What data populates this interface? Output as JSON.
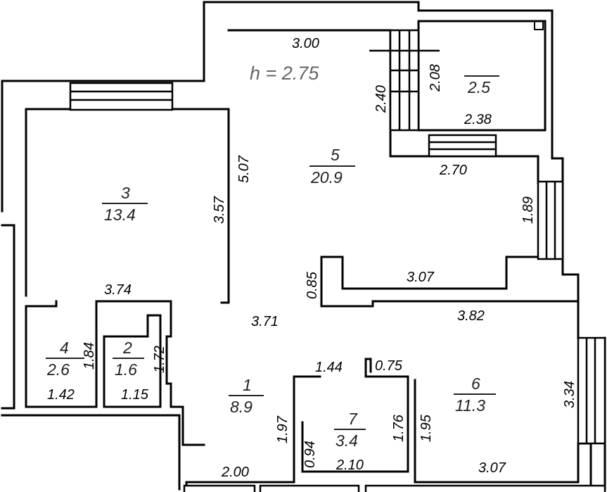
{
  "ceiling_height": "h = 2.75",
  "rooms": [
    {
      "number": "1",
      "area": "8.9"
    },
    {
      "number": "2",
      "area": "1.6"
    },
    {
      "number": "3",
      "area": "13.4"
    },
    {
      "number": "4",
      "area": "2.6"
    },
    {
      "number": "5",
      "area": "20.9"
    },
    {
      "number": "6",
      "area": "11.3"
    },
    {
      "number": "7",
      "area": "3.4"
    }
  ],
  "balcony_area": "2.5",
  "dimensions": {
    "d300": "3.00",
    "d208": "2.08",
    "d240": "2.40",
    "d238": "2.38",
    "d270": "2.70",
    "d507": "5.07",
    "d357": "3.57",
    "d189": "1.89",
    "d085": "0.85",
    "d307_top": "3.07",
    "d374": "3.74",
    "d371": "3.71",
    "d382": "3.82",
    "d184": "1.84",
    "d172": "1.72",
    "d142": "1.42",
    "d115": "1.15",
    "d144": "1.44",
    "d075": "0.75",
    "d334": "3.34",
    "d197": "1.97",
    "d094": "0.94",
    "d176": "1.76",
    "d195": "1.95",
    "d210": "2.10",
    "d200": "2.00",
    "d307_bottom": "3.07"
  }
}
